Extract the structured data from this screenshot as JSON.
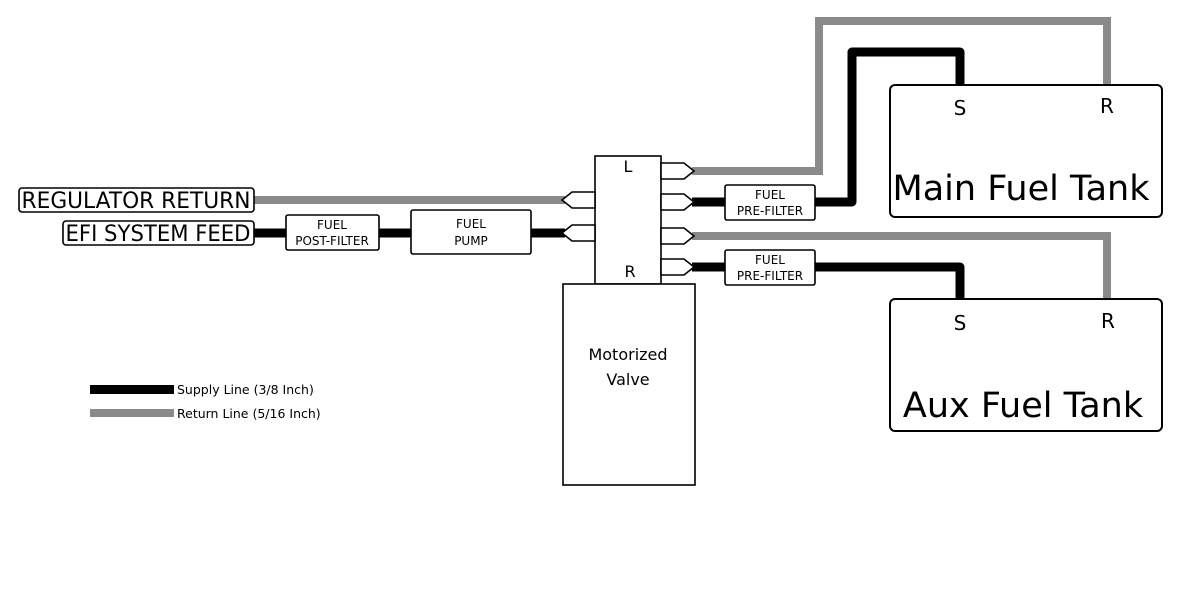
{
  "labels": {
    "regulator_return": "REGULATOR RETURN",
    "efi_system_feed": "EFI SYSTEM FEED"
  },
  "components": {
    "fuel_post_filter": [
      "FUEL",
      "POST-FILTER"
    ],
    "fuel_pump": [
      "FUEL",
      "PUMP"
    ],
    "fuel_pre_filter_main": [
      "FUEL",
      "PRE-FILTER"
    ],
    "fuel_pre_filter_aux": [
      "FUEL",
      "PRE-FILTER"
    ],
    "motorized_valve": [
      "Motorized",
      "Valve"
    ],
    "valve_port_left": "L",
    "valve_port_right": "R"
  },
  "tanks": {
    "main": {
      "name": "Main Fuel Tank",
      "supply_port": "S",
      "return_port": "R"
    },
    "aux": {
      "name": "Aux Fuel Tank",
      "supply_port": "S",
      "return_port": "R"
    }
  },
  "legend": {
    "supply": {
      "label": "Supply Line (3/8 Inch)",
      "color": "#000000"
    },
    "return": {
      "label": "Return Line (5/16 Inch)",
      "color": "#8a8a8a"
    }
  }
}
